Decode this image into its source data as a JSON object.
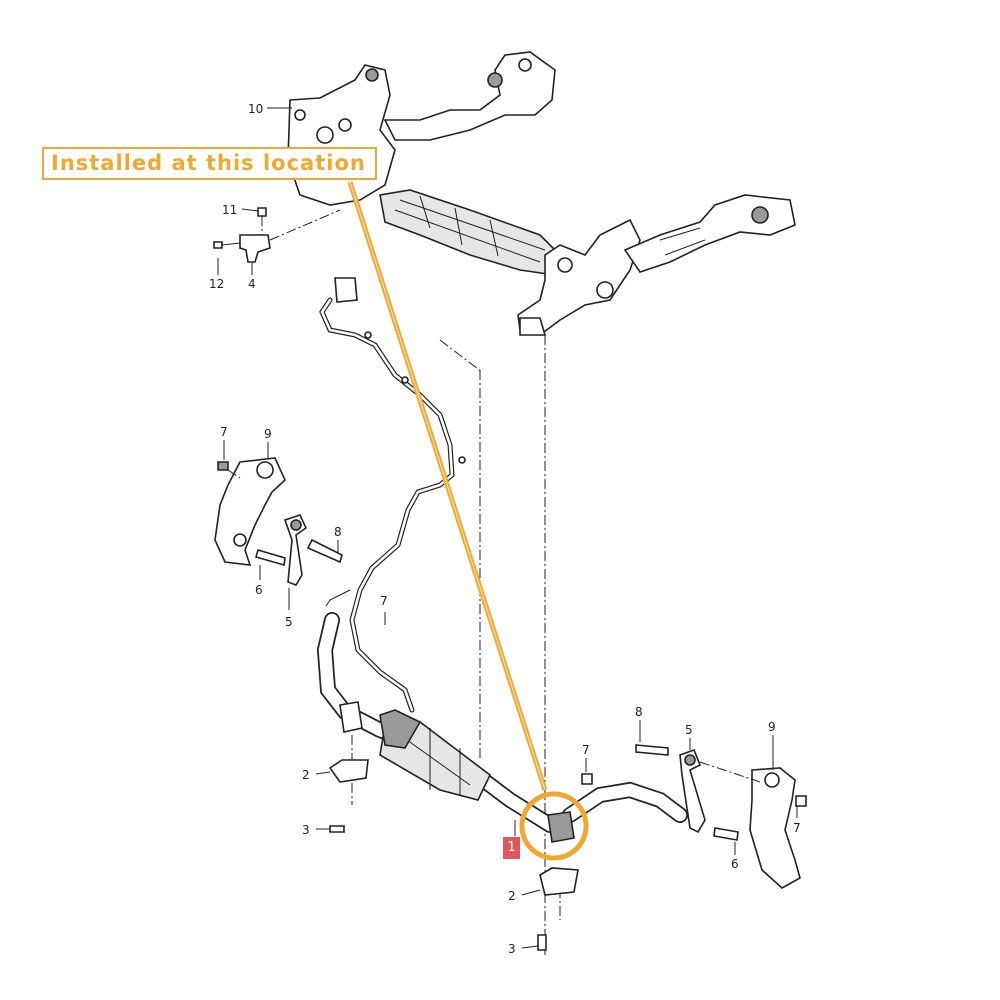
{
  "callout": {
    "text": "Installed at this location",
    "color": "#f0a830"
  },
  "highlight_tag": {
    "text": "1",
    "color": "#e0575a"
  },
  "part_numbers": {
    "p10": "10",
    "p11": "11",
    "p12": "12",
    "p4": "4",
    "p7_left": "7",
    "p9_left": "9",
    "p8_left": "8",
    "p6_left": "6",
    "p5_left": "5",
    "p7_mid": "7",
    "p2_left": "2",
    "p3_left": "3",
    "p8_right": "8",
    "p5_right": "5",
    "p9_right": "9",
    "p7_right_upper": "7",
    "p7_right": "7",
    "p6_right": "6",
    "p2_right": "2",
    "p3_right": "3"
  }
}
